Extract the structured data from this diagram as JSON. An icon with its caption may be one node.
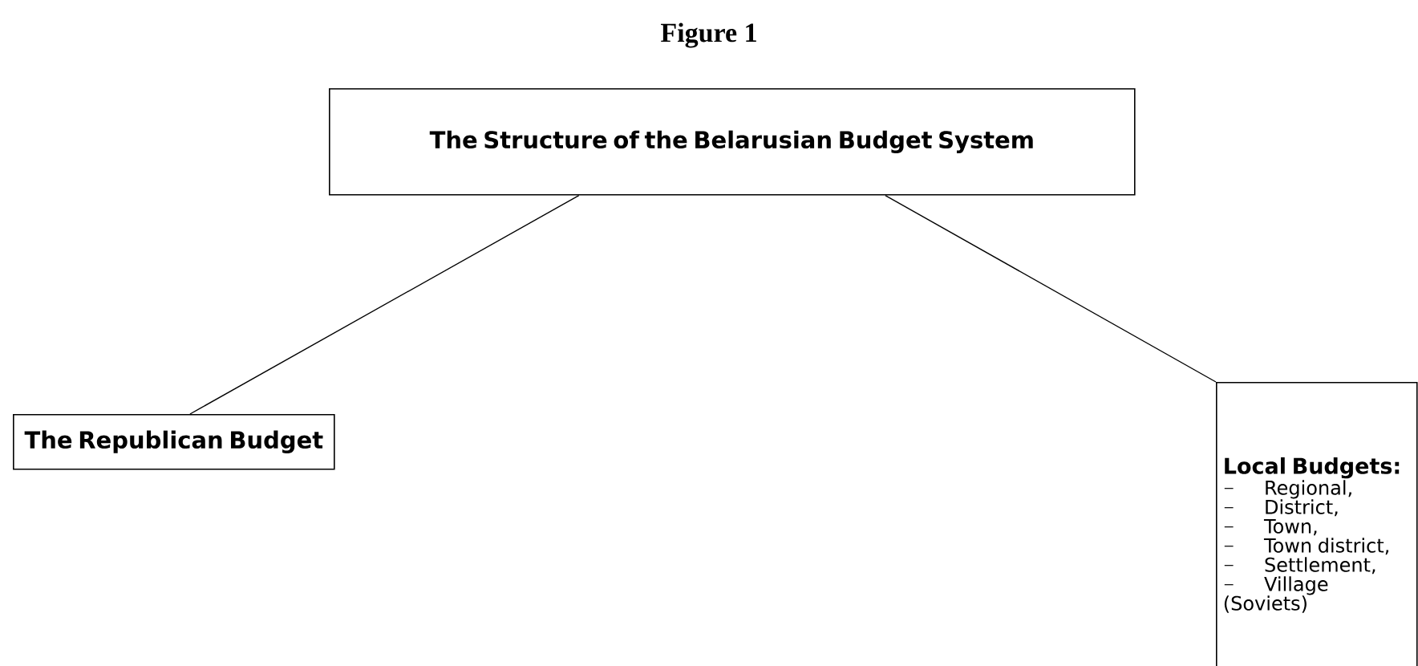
{
  "diagram": {
    "title": "Figure 1",
    "nodes": [
      {
        "text": [
          "The Structure of the Belarusian Budget System"
        ]
      },
      {
        "text": [
          "The Republican Budget"
        ]
      },
      {
        "text": [
          "Local Budgets:",
          "Regional,",
          "District,",
          "Town,",
          "Town  district,",
          "Settlement,",
          "Village (Soviets)"
        ]
      }
    ],
    "edges": [
      {
        "from": 0,
        "to": 1,
        "arrow": "none"
      },
      {
        "from": 0,
        "to": 2,
        "arrow": "none"
      }
    ]
  }
}
